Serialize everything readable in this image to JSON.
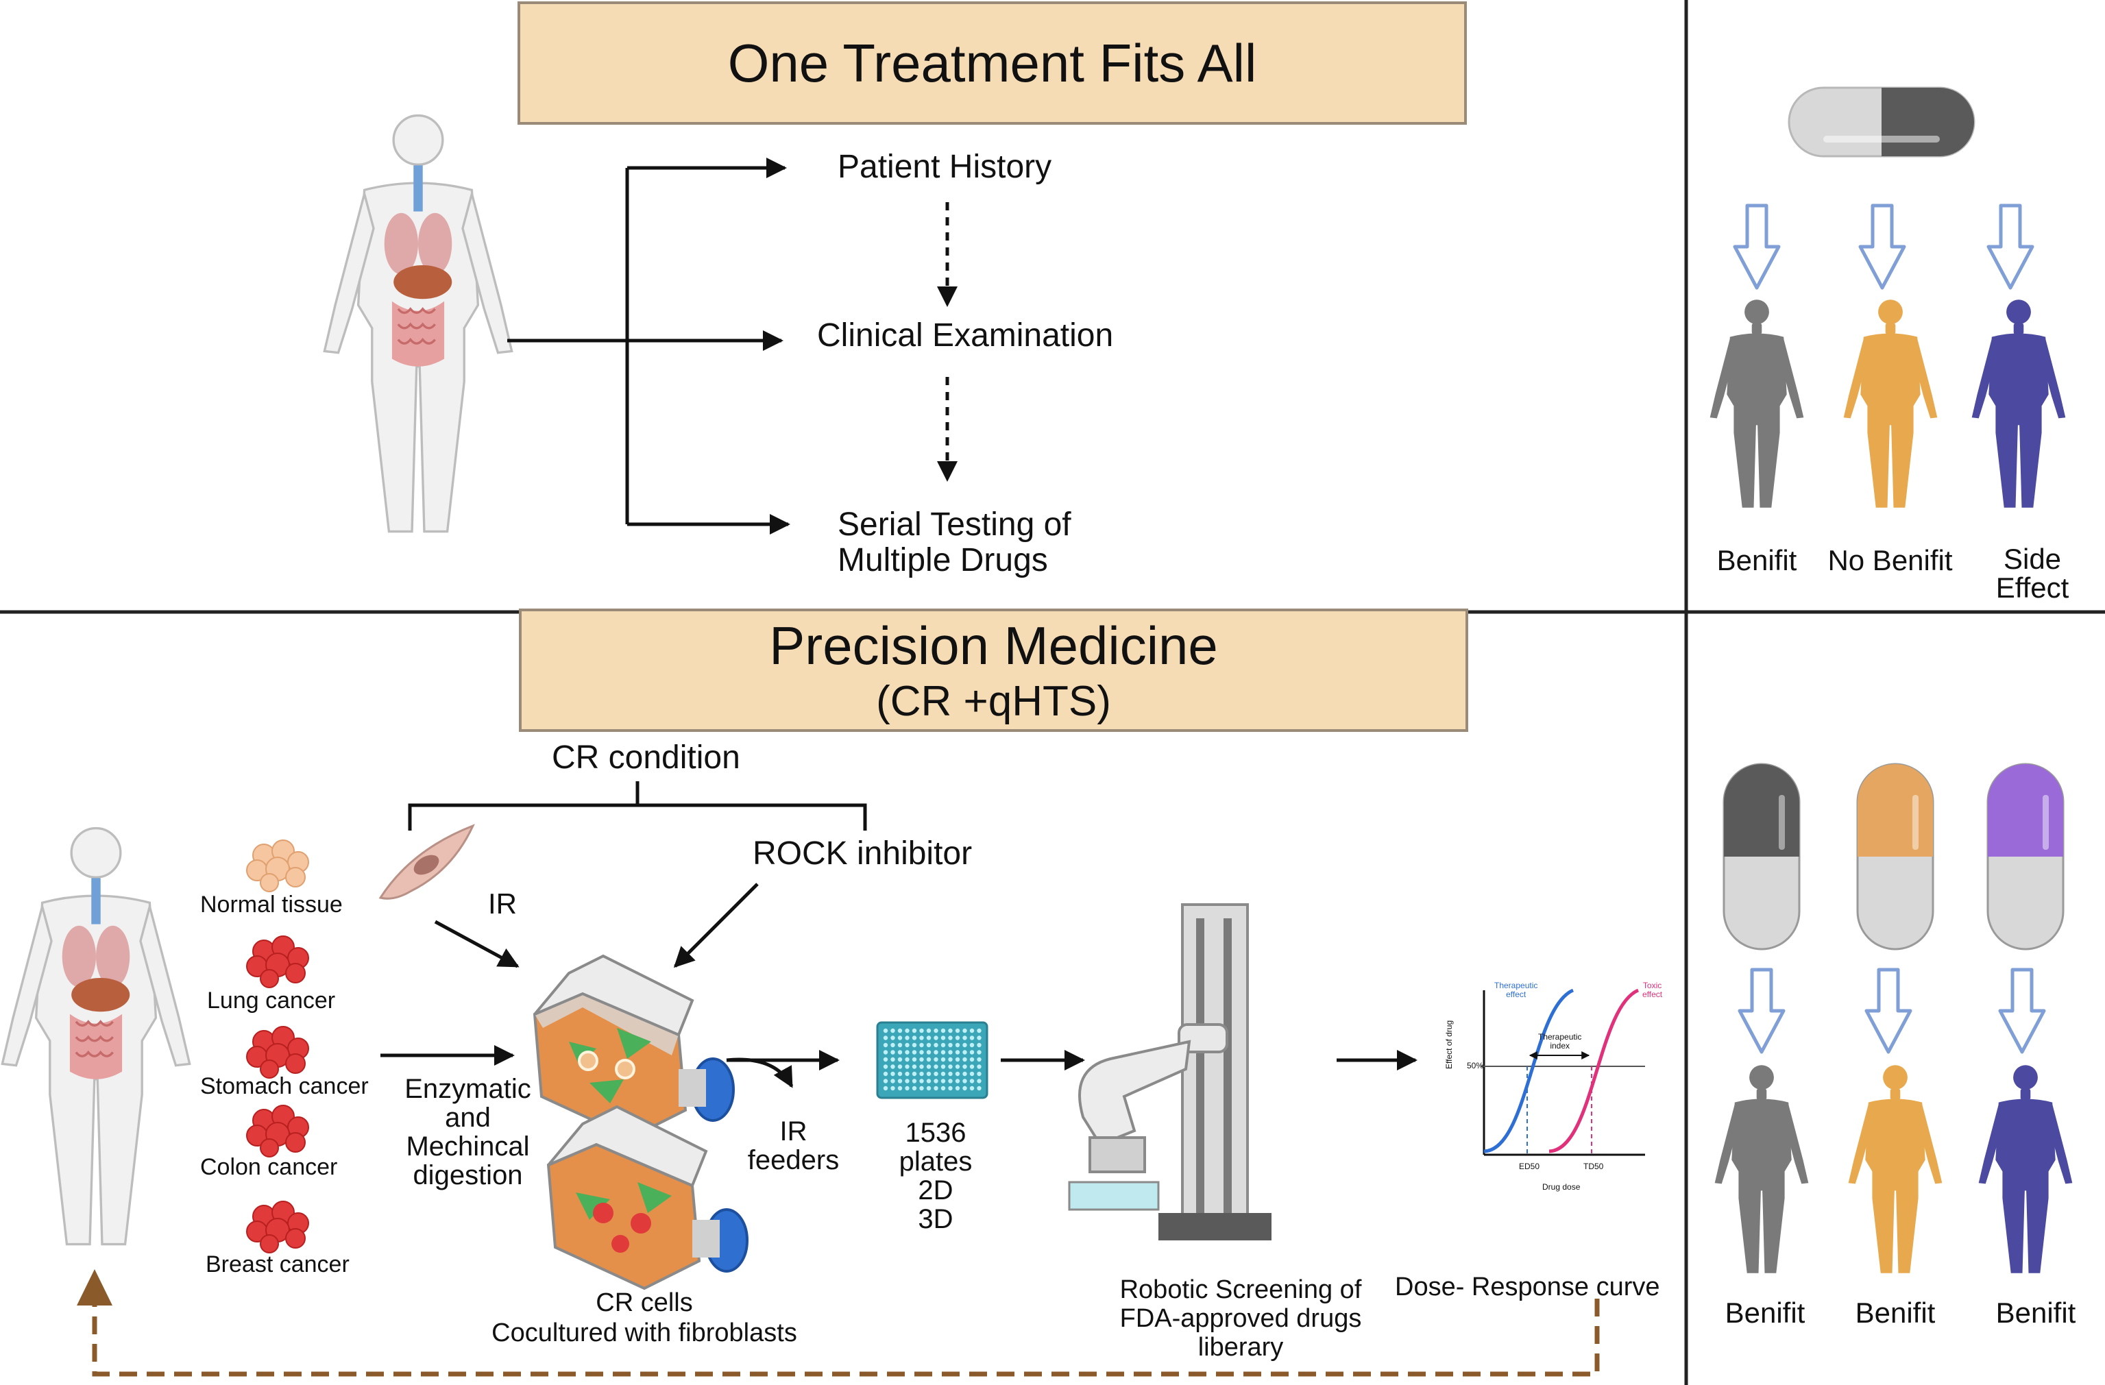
{
  "top_panel": {
    "title": "One Treatment Fits All",
    "steps": [
      "Patient History",
      "Clinical Examination",
      "Serial Testing of\nMultiple Drugs"
    ]
  },
  "top_right_panel": {
    "outcomes": [
      "Benifit",
      "No Benifit",
      "Side\nEffect"
    ]
  },
  "bottom_panel": {
    "title": "Precision Medicine",
    "subtitle": "(CR +qHTS)",
    "cr_condition_label": "CR condition",
    "ir_label": "IR",
    "rock_label": "ROCK inhibitor",
    "tissues": [
      "Normal tissue",
      "Lung cancer",
      "Stomach cancer",
      "Colon cancer",
      "Breast cancer"
    ],
    "digestion_label": "Enzymatic\nand\nMechincal\ndigestion",
    "cr_cells_label": "CR cells\nCocultured with fibroblasts",
    "ir_feeders_label": "IR\nfeeders",
    "plates_label": "1536\nplates\n2D\n3D",
    "robotic_label": "Robotic Screening of\nFDA-approved drugs\nliberary",
    "dose_response_label": "Dose- Response curve",
    "curve_text": {
      "therapeutic_effect": "Therapeutic\neffect",
      "toxic_effect": "Toxic\neffect",
      "therapeutic_index": "Therapeutic\nindex",
      "y_axis": "Effect of drug",
      "x_axis": "Drug dose",
      "half_tick": "50%",
      "ed50": "ED50",
      "td50": "TD50"
    }
  },
  "bottom_right_panel": {
    "outcomes": [
      "Benifit",
      "Benifit",
      "Benifit"
    ]
  },
  "colors": {
    "title_box": "#f5dcb5",
    "human_gray": "#7a7a7a",
    "human_orange": "#e8a94e",
    "human_purple": "#4b4aa0",
    "arrow_outline": "#7f9fd6",
    "feedback_arrow": "#8b5a2b",
    "flask_body": "#e48f4a",
    "flask_cap": "#2f6fd0",
    "plate": "#3aa6b8",
    "curve_blue": "#2e6fd6",
    "curve_pink": "#e0317a"
  }
}
